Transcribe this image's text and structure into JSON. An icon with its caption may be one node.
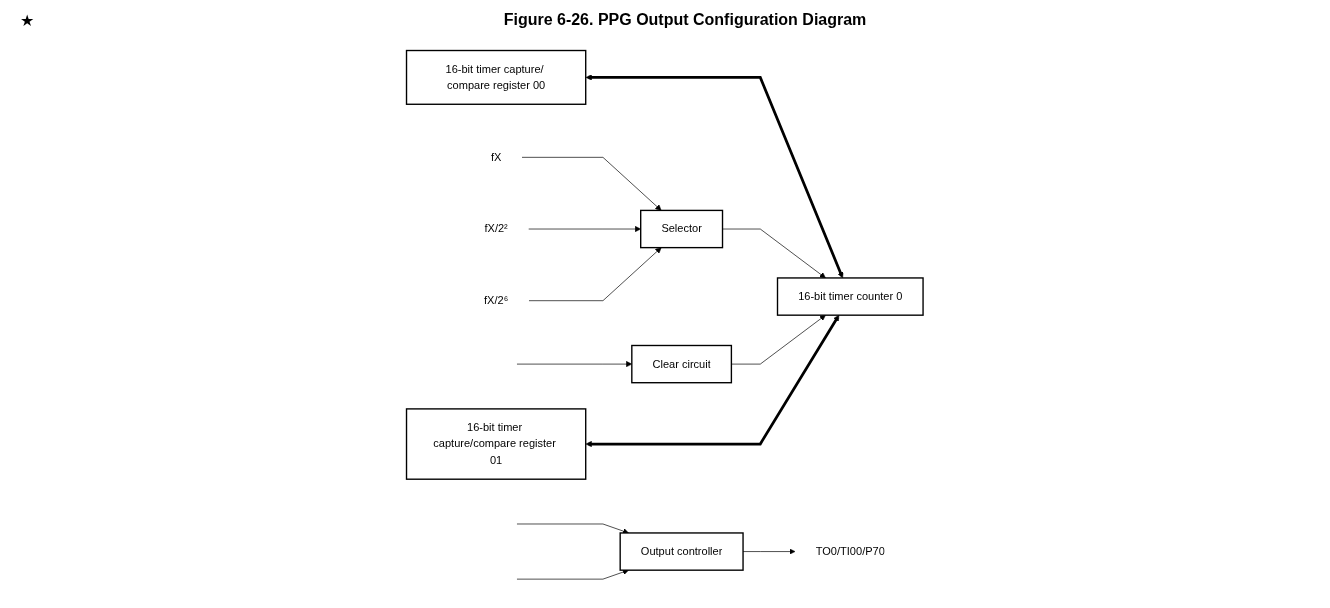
{
  "diagram": {
    "title": "Figure 6-26. PPG Output Configuration Diagram",
    "nodes": [
      {
        "text": [
          "16-bit timer capture/ compare register 00"
        ]
      },
      {
        "text": [
          "fX"
        ]
      },
      {
        "text": [
          "fX/2²"
        ]
      },
      {
        "text": [
          "fX/2⁶"
        ]
      },
      {
        "text": [
          "Selector"
        ]
      },
      {
        "text": [
          "16-bit timer counter 0"
        ]
      },
      {
        "text": [
          "Clear circuit"
        ]
      },
      {
        "text": [
          "Output controller"
        ]
      },
      {
        "text": [
          "16-bit timer capture/compare register 01"
        ]
      },
      {
        "text": [
          "TO0/TI00/P70"
        ]
      }
    ],
    "edges": [
      {
        "from": 0,
        "to": 5,
        "arrow": "both",
        "style": "thick"
      },
      {
        "from": 1,
        "to": 4,
        "arrow": "to"
      },
      {
        "from": 2,
        "to": 4,
        "arrow": "to"
      },
      {
        "from": 3,
        "to": 4,
        "arrow": "to"
      },
      {
        "from": 4,
        "to": 5,
        "arrow": "to"
      },
      {
        "from": null,
        "to": 6,
        "arrow": "to"
      },
      {
        "from": null,
        "to": 7,
        "arrow": "to"
      },
      {
        "from": 6,
        "to": 5,
        "arrow": "to"
      },
      {
        "from": null,
        "to": 7,
        "arrow": "to"
      },
      {
        "from": 8,
        "to": 5,
        "arrow": "both",
        "style": "thick"
      },
      {
        "from": 7,
        "to": 9,
        "arrow": "to"
      }
    ],
    "labels": [
      "★"
    ]
  }
}
